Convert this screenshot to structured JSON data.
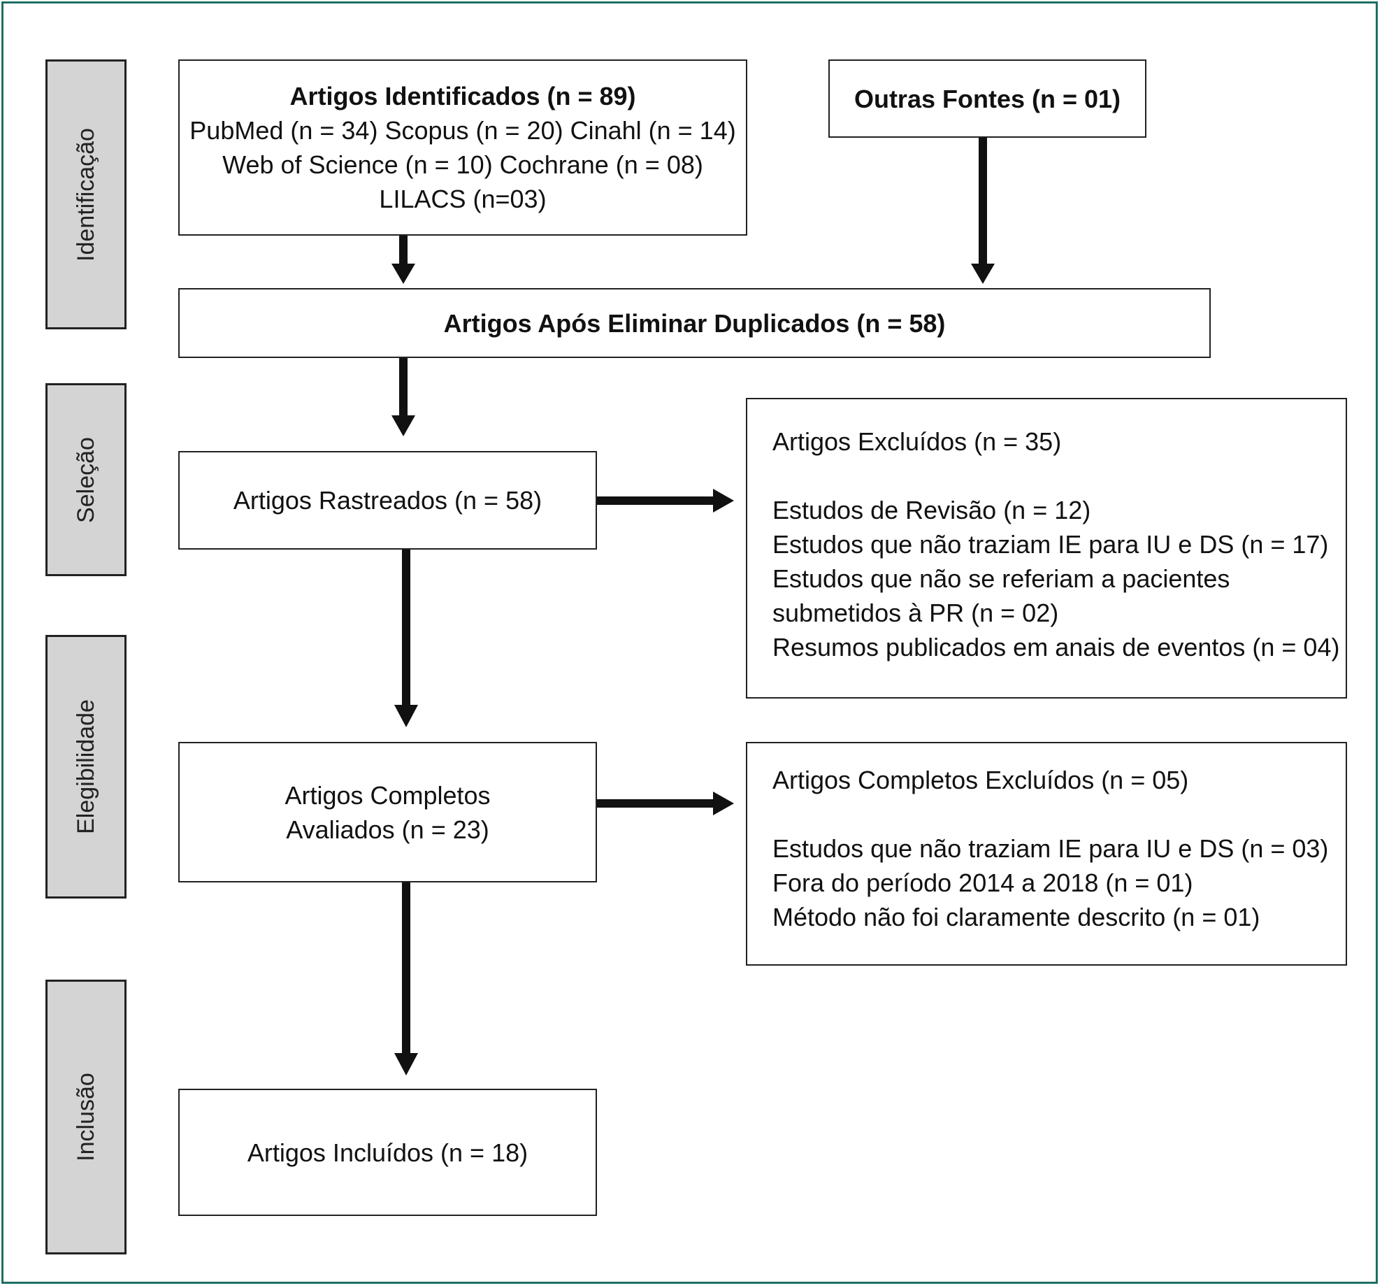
{
  "stages": {
    "identificacao": "Identificação",
    "selecao": "Seleção",
    "elegibilidade": "Elegibilidade",
    "inclusao": "Inclusão"
  },
  "identified": {
    "title": "Artigos Identificados (n = 89)",
    "line1": "PubMed (n = 34) Scopus (n = 20) Cinahl (n = 14)",
    "line2": "Web of Science (n = 10) Cochrane (n = 08)",
    "line3": "LILACS (n=03)"
  },
  "other_sources": "Outras Fontes (n = 01)",
  "after_duplicates": "Artigos Após Eliminar Duplicados (n = 58)",
  "screened": "Artigos Rastreados (n = 58)",
  "excluded": {
    "title": "Artigos Excluídos (n = 35)",
    "items": [
      "Estudos de Revisão (n = 12)",
      "Estudos que não traziam IE para IU e DS (n = 17)",
      "Estudos que não se referiam a pacientes",
      "submetidos à PR (n = 02)",
      "Resumos publicados em anais de eventos (n = 04)"
    ]
  },
  "full_text": {
    "line1": "Artigos Completos",
    "line2": "Avaliados (n = 23)"
  },
  "full_excluded": {
    "title": "Artigos Completos Excluídos (n = 05)",
    "items": [
      "Estudos que não traziam IE para IU e DS (n = 03)",
      "Fora do período 2014 a 2018 (n = 01)",
      "Método não foi claramente descrito (n = 01)"
    ]
  },
  "included": "Artigos Incluídos (n = 18)",
  "colors": {
    "frame": "#1e6f62",
    "stage_fill": "#d4d4d4",
    "ink": "#111111"
  }
}
